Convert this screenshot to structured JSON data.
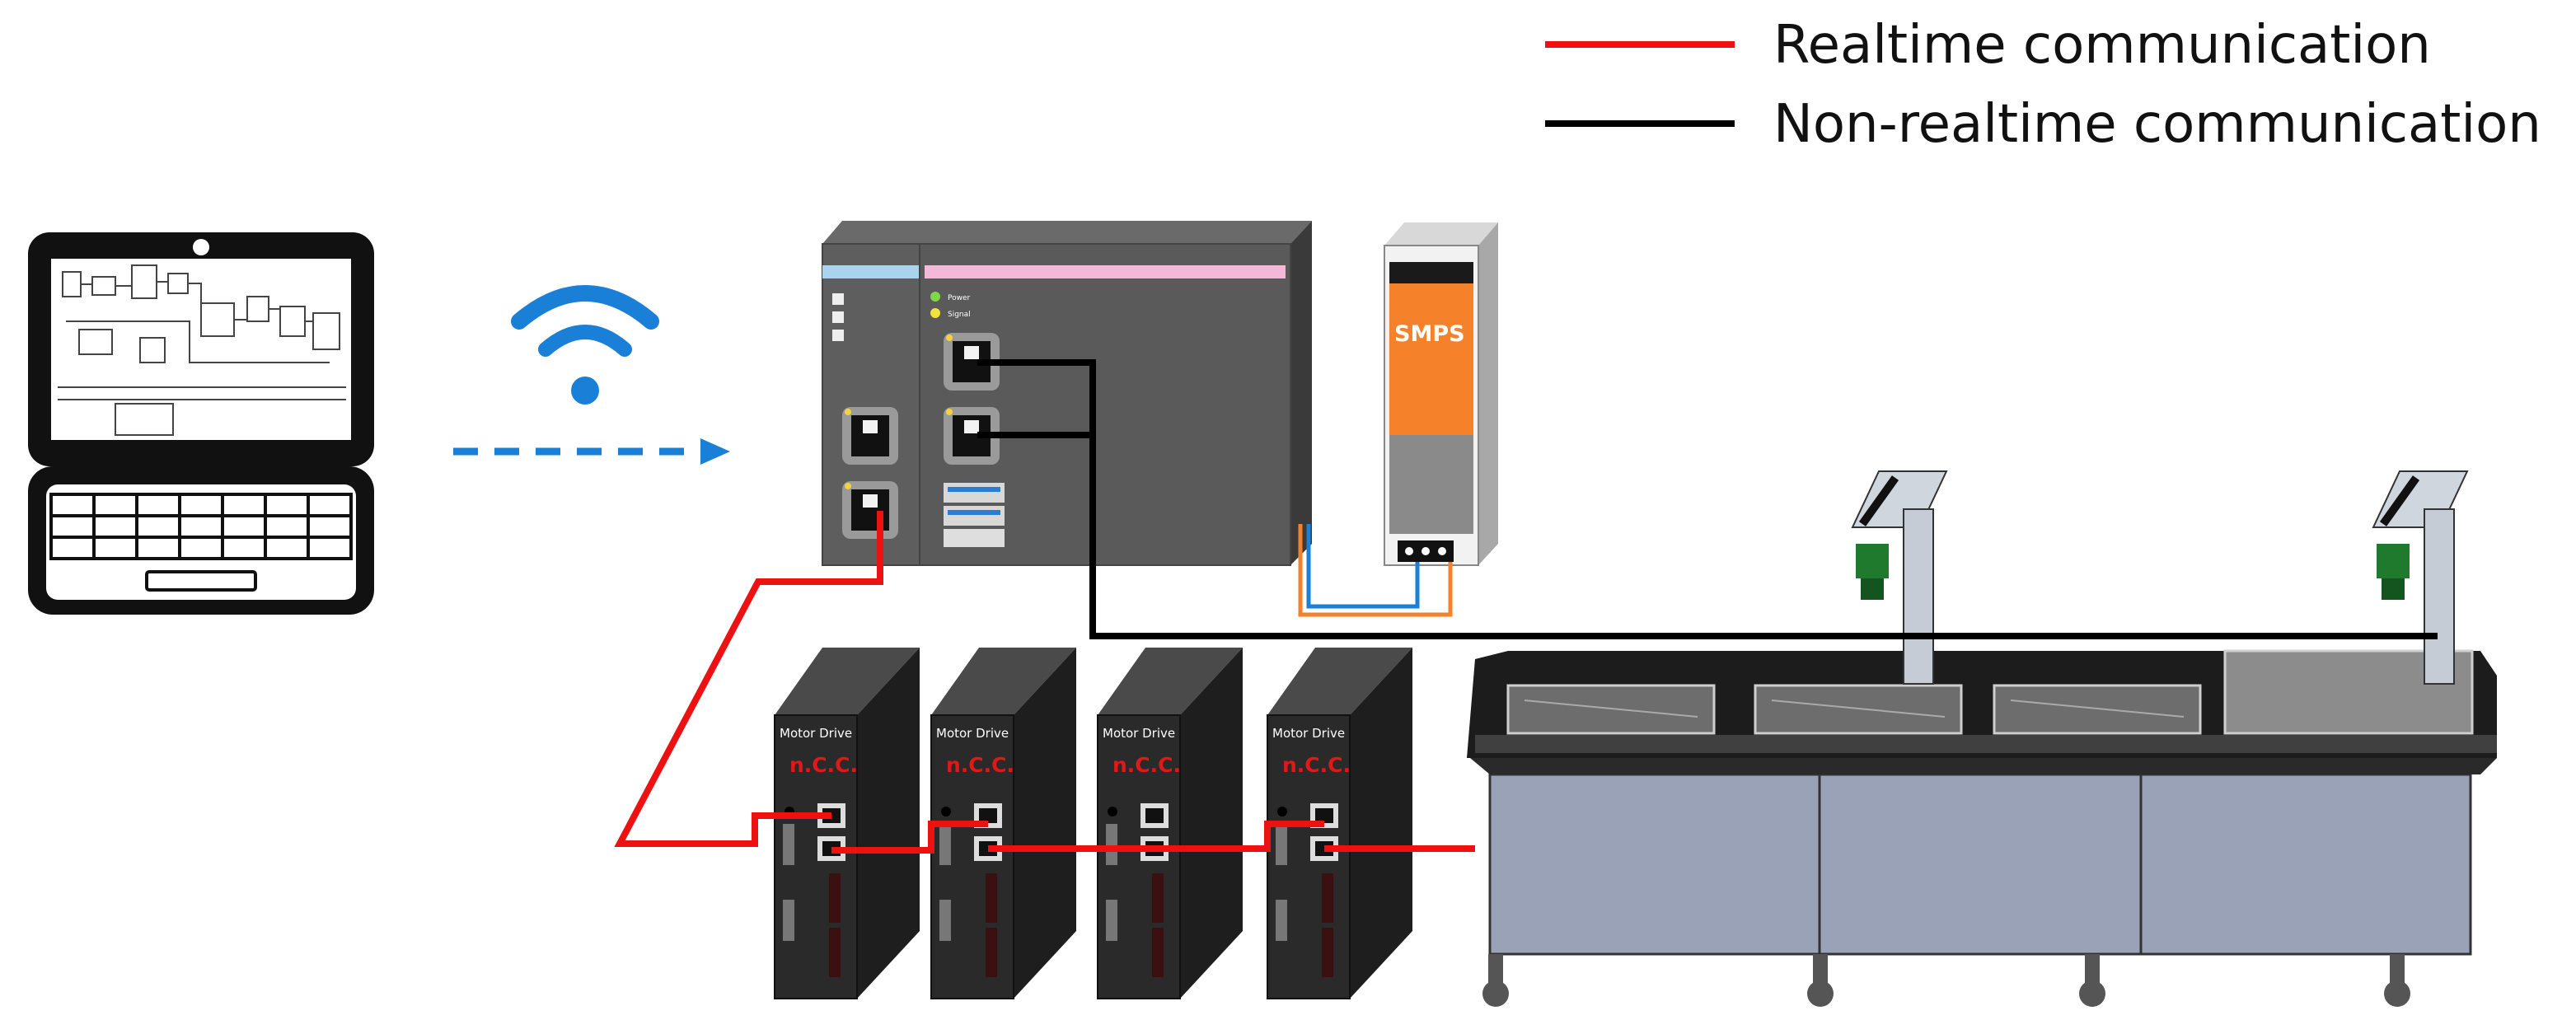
{
  "legend": {
    "realtime": {
      "label": "Realtime communication",
      "color": "#ee1111"
    },
    "non_realtime": {
      "label": "Non-realtime communication",
      "color": "#000000"
    }
  },
  "power_supply": {
    "label": "SMPS"
  },
  "drives": [
    {
      "title": "Motor Drive",
      "brand": "n.C.C."
    },
    {
      "title": "Motor Drive",
      "brand": "n.C.C."
    },
    {
      "title": "Motor Drive",
      "brand": "n.C.C."
    },
    {
      "title": "Motor Drive",
      "brand": "n.C.C."
    }
  ],
  "controller": {
    "leds": [
      "Power",
      "Signal"
    ]
  },
  "colors": {
    "wifi": "#1a7fd6",
    "controller_body": "#5a5a5a",
    "smps_accent": "#f5822a",
    "drive_body": "#2a2a2a",
    "machine_panel": "#9aa2b8"
  }
}
